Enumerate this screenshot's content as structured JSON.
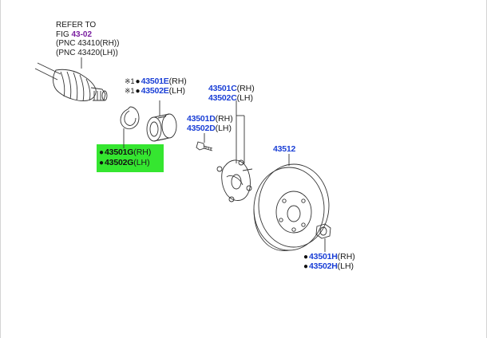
{
  "reference": {
    "line1": "REFER TO",
    "fig_prefix": "FIG ",
    "fig_link": "43-02",
    "line3": "(PNC 43410(RH))",
    "line4": "(PNC 43420(LH))"
  },
  "labels": {
    "bearing_kit": {
      "mark": "※1",
      "rh_part": "43501E",
      "rh_side": "(RH)",
      "lh_part": "43502E",
      "lh_side": "(LH)"
    },
    "snap_ring": {
      "rh_part": "43501G",
      "rh_side": "(RH)",
      "lh_part": "43502G",
      "lh_side": "(LH)"
    },
    "hub": {
      "rh_part": "43501C",
      "rh_side": "(RH)",
      "lh_part": "43502C",
      "lh_side": "(LH)"
    },
    "hub_bolt": {
      "rh_part": "43501D",
      "rh_side": "(RH)",
      "lh_part": "43502D",
      "lh_side": "(LH)"
    },
    "disc": {
      "part": "43512"
    },
    "nut": {
      "rh_part": "43501H",
      "rh_side": "(RH)",
      "lh_part": "43502H",
      "lh_side": "(LH)"
    }
  },
  "colors": {
    "part_number": "#1a3fd6",
    "figure_link": "#7a1fa0",
    "highlight": "#35e630",
    "line_art": "#333333"
  }
}
